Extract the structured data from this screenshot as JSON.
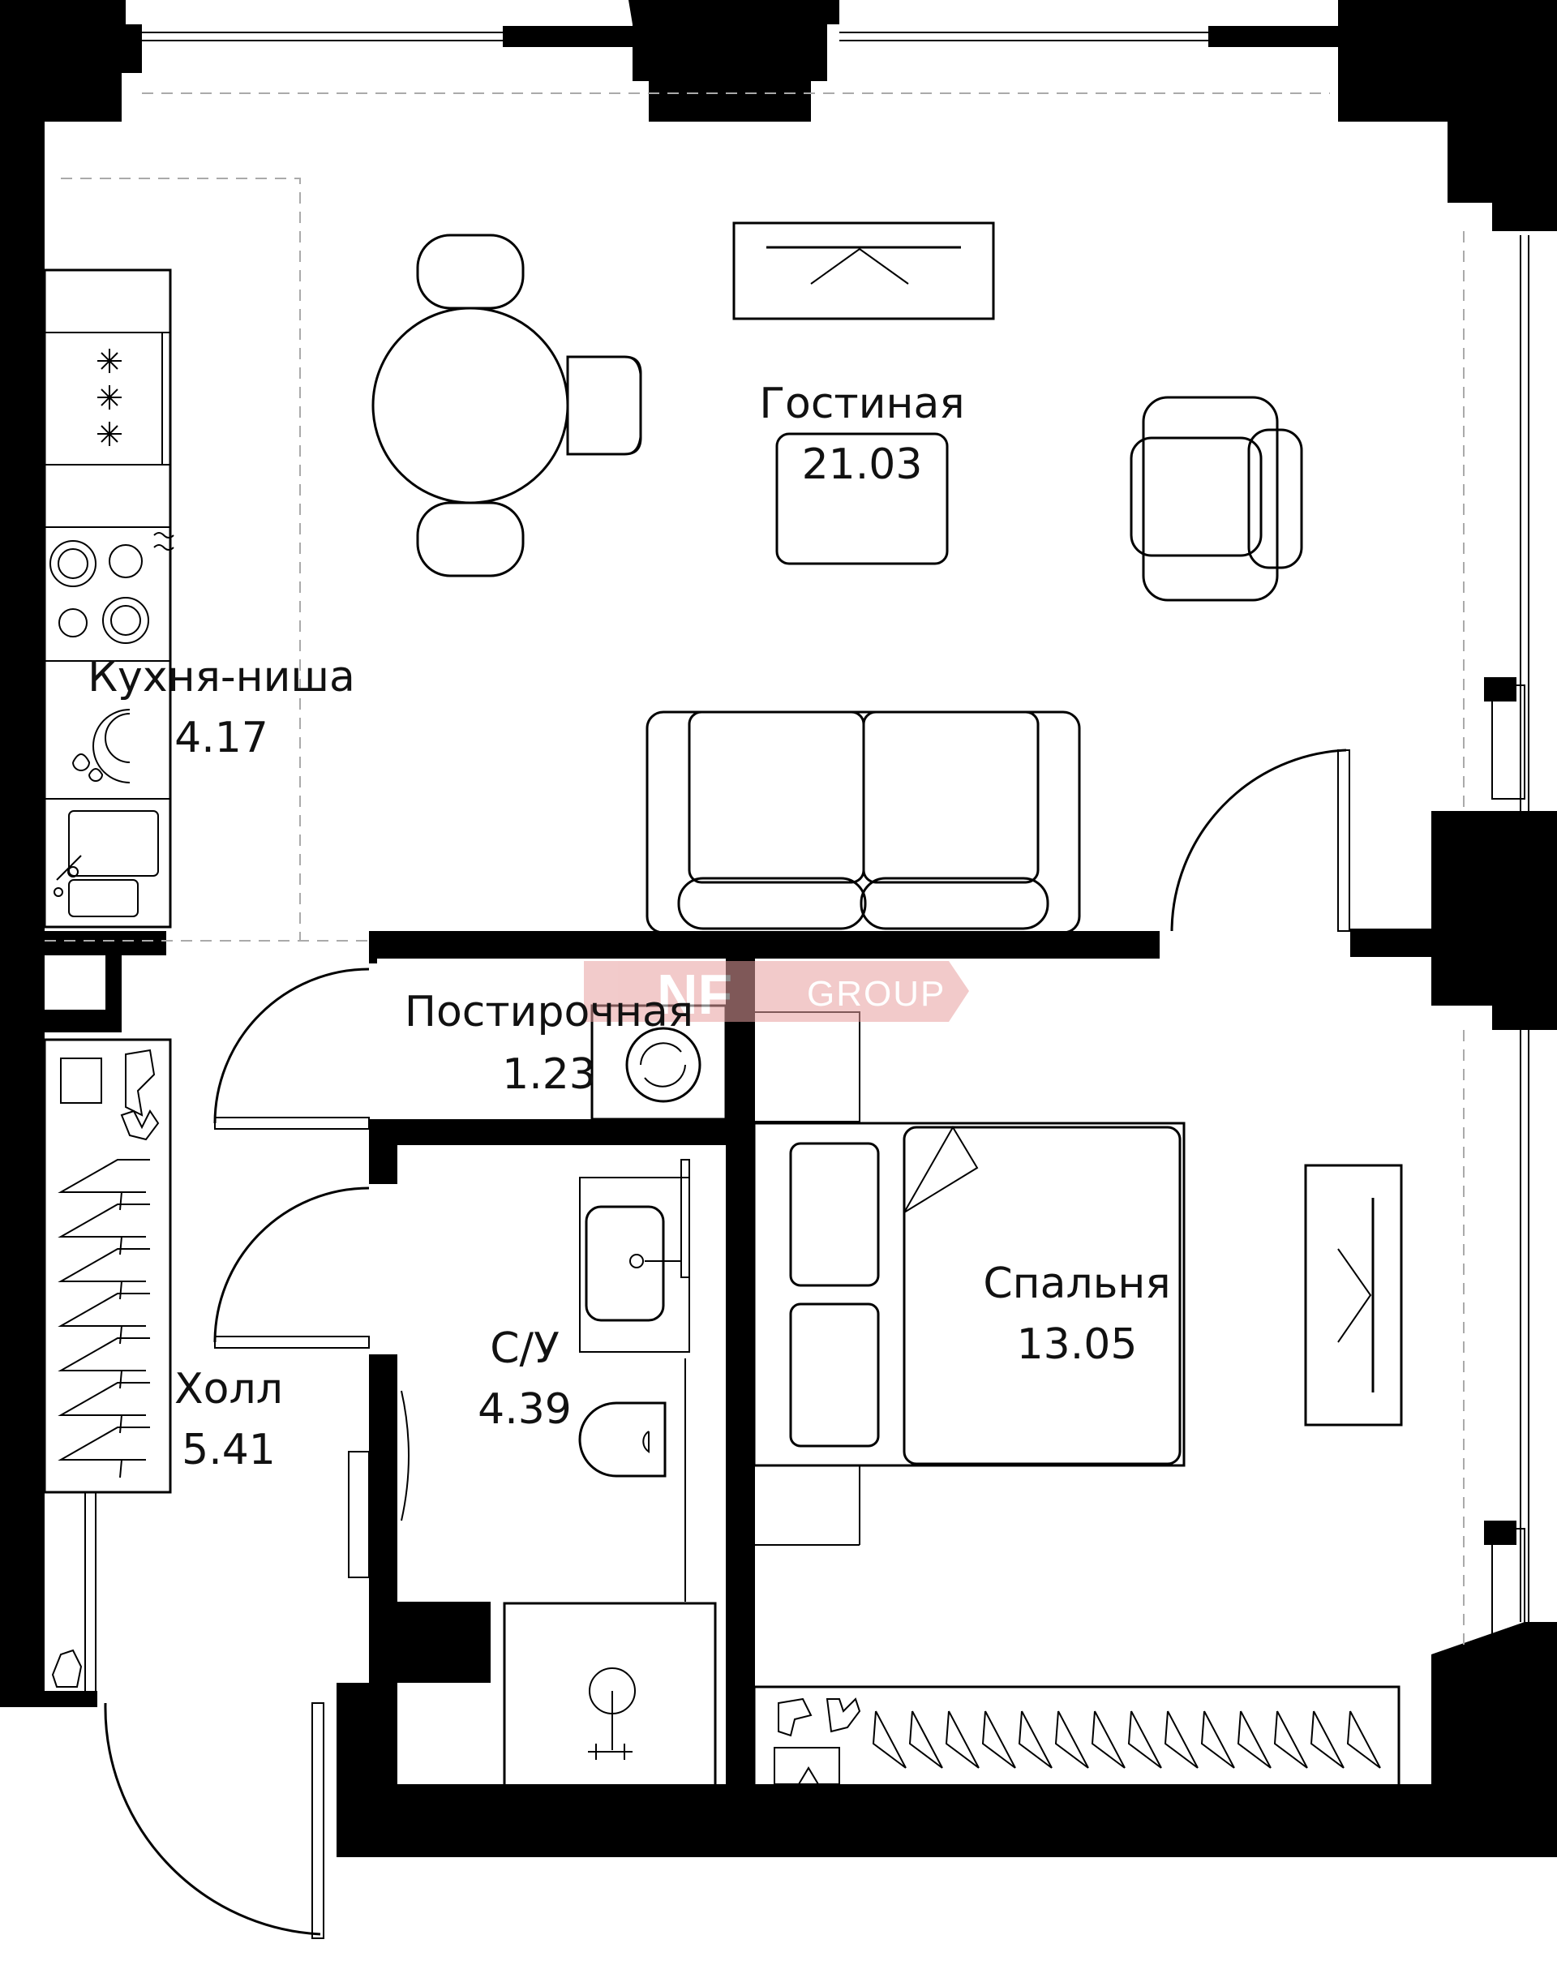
{
  "rooms": {
    "living": {
      "name": "Гостиная",
      "area": "21.03"
    },
    "kitchen": {
      "name": "Кухня-ниша",
      "area": "4.17"
    },
    "laundry": {
      "name": "Постирочная",
      "area": "1.23"
    },
    "bathroom": {
      "name": "С/У",
      "area": "4.39"
    },
    "bedroom": {
      "name": "Спальня",
      "area": "13.05"
    },
    "hall": {
      "name": "Холл",
      "area": "5.41"
    }
  },
  "watermark": {
    "logo": "NF",
    "word": "GROUP",
    "color": "#e8a0a0"
  },
  "colors": {
    "wall": "#000000",
    "line": "#000000",
    "dashed": "#aaaaaa"
  }
}
